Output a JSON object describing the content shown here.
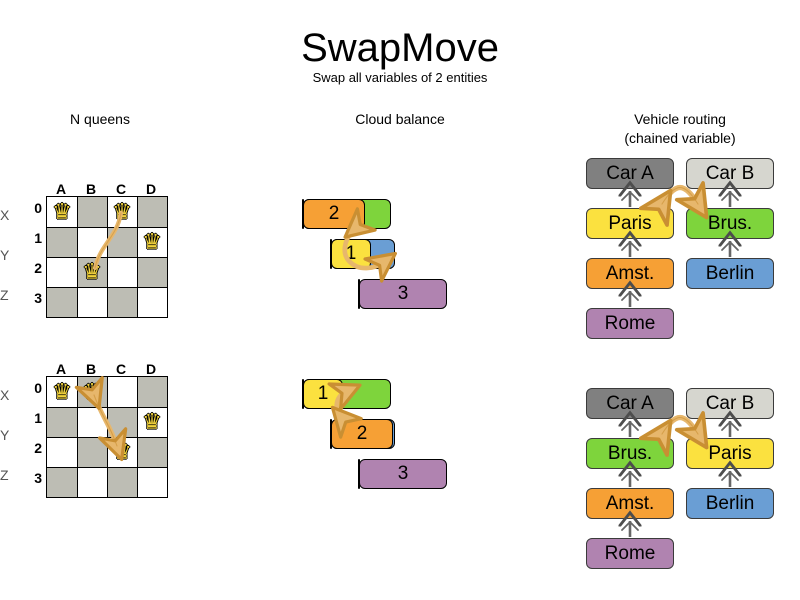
{
  "header": {
    "title": "SwapMove",
    "subtitle": "Swap all variables of 2 entities"
  },
  "columns": [
    {
      "heading": "N queens"
    },
    {
      "heading": "Cloud balance"
    },
    {
      "heading_line1": "Vehicle routing",
      "heading_line2": "(chained variable)"
    }
  ],
  "colors": {
    "orange": "#f6a035",
    "green": "#7ed43c",
    "yellow": "#fbe13f",
    "blue": "#6a9ed4",
    "purple": "#b083b0",
    "gray_dark": "#808080",
    "gray_light": "#d6d6cf",
    "board_dark": "#bdbdb4",
    "board_light": "#ffffff",
    "queen": "#f2d33c",
    "arrow": "#e7b76c",
    "arrow_stroke": "#c98f33",
    "chain_arrow": "#666666"
  },
  "nqueens": {
    "files": [
      "A",
      "B",
      "C",
      "D"
    ],
    "ranks": [
      "0",
      "1",
      "2",
      "3"
    ],
    "queen_icon": "queen-icon",
    "before": {
      "queens": [
        {
          "file": 0,
          "rank": 0
        },
        {
          "file": 2,
          "rank": 0
        },
        {
          "file": 3,
          "rank": 1
        },
        {
          "file": 1,
          "rank": 2
        }
      ],
      "move": {
        "from_file": 2,
        "from_rank": 0,
        "to_file": 1,
        "to_rank": 2
      }
    },
    "after": {
      "queens": [
        {
          "file": 0,
          "rank": 0
        },
        {
          "file": 1,
          "rank": 0
        },
        {
          "file": 3,
          "rank": 1
        },
        {
          "file": 2,
          "rank": 2
        }
      ],
      "move": {
        "from_file": 1,
        "from_rank": 0,
        "to_file": 2,
        "to_rank": 2
      }
    }
  },
  "cloudbalance": {
    "before": {
      "rows": [
        {
          "label": "X",
          "segments": [
            {
              "value": "2",
              "color": "orange"
            },
            {
              "value": "3",
              "color": "green"
            }
          ]
        },
        {
          "label": "Y",
          "segments": [
            {
              "value": "1",
              "color": "yellow"
            },
            {
              "value": "2",
              "color": "blue"
            }
          ]
        },
        {
          "label": "Z",
          "segments": [
            {
              "value": "3",
              "color": "purple"
            }
          ]
        }
      ]
    },
    "after": {
      "rows": [
        {
          "label": "X",
          "segments": [
            {
              "value": "1",
              "color": "yellow"
            },
            {
              "value": "3",
              "color": "green"
            }
          ]
        },
        {
          "label": "Y",
          "segments": [
            {
              "value": "2",
              "color": "orange"
            },
            {
              "value": "2",
              "color": "blue"
            }
          ]
        },
        {
          "label": "Z",
          "segments": [
            {
              "value": "3",
              "color": "purple"
            }
          ]
        }
      ]
    }
  },
  "vehiclerouting": {
    "before": {
      "chain_a": [
        "Car A",
        "Paris",
        "Amst.",
        "Rome"
      ],
      "chain_b": [
        "Car B",
        "Brus.",
        "Berlin"
      ]
    },
    "after": {
      "chain_a": [
        "Car A",
        "Brus.",
        "Amst.",
        "Rome"
      ],
      "chain_b": [
        "Car B",
        "Paris",
        "Berlin"
      ]
    }
  }
}
